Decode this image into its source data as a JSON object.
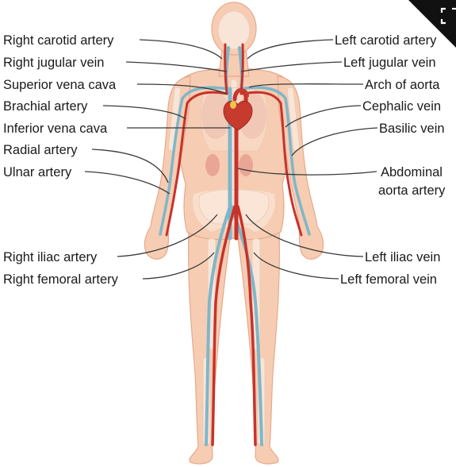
{
  "labels": {
    "right_carotid_artery": "Right carotid artery",
    "right_jugular_vein": "Right jugular vein",
    "superior_vena_cava": "Superior vena cava",
    "brachial_artery": "Brachial artery",
    "inferior_vena_cava": "Inferior vena cava",
    "radial_artery": "Radial artery",
    "ulnar_artery": "Ulnar artery",
    "right_iliac_artery": "Right iliac artery",
    "right_femoral_artery": "Right femoral artery",
    "left_carotid_artery": "Left carotid artery",
    "left_jugular_vein": "Left jugular vein",
    "arch_of_aorta": "Arch of aorta",
    "cephalic_vein": "Cephalic vein",
    "basilic_vein": "Basilic vein",
    "abdominal_aorta_line1": "Abdominal",
    "abdominal_aorta_line2": "aorta artery",
    "left_iliac_vein": "Left iliac vein",
    "left_femoral_vein": "Left femoral vein"
  },
  "icons": {
    "corner": "expand-icon"
  },
  "colors": {
    "artery": "#c8322b",
    "vein": "#7fb6c9",
    "skin": "#f6cdb3",
    "heart": "#c73a2e"
  }
}
